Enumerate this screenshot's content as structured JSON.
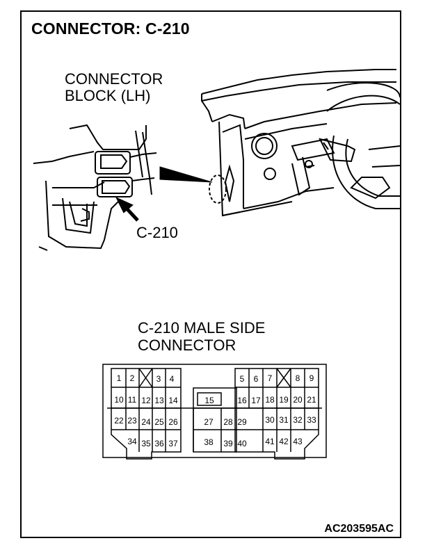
{
  "title": "CONNECTOR: C-210",
  "block_label_line1": "CONNECTOR",
  "block_label_line2": "BLOCK (LH)",
  "connector_callout": "C-210",
  "side_label_line1": "C-210 MALE SIDE",
  "side_label_line2": "CONNECTOR",
  "figure_code": "AC203595AC",
  "pins": {
    "p1": "1",
    "p2": "2",
    "p3": "3",
    "p4": "4",
    "p5": "5",
    "p6": "6",
    "p7": "7",
    "p8": "8",
    "p9": "9",
    "p10": "10",
    "p11": "11",
    "p12": "12",
    "p13": "13",
    "p14": "14",
    "p15": "15",
    "p16": "16",
    "p17": "17",
    "p18": "18",
    "p19": "19",
    "p20": "20",
    "p21": "21",
    "p22": "22",
    "p23": "23",
    "p24": "24",
    "p25": "25",
    "p26": "26",
    "p27": "27",
    "p28": "28",
    "p29": "29",
    "p30": "30",
    "p31": "31",
    "p32": "32",
    "p33": "33",
    "p34": "34",
    "p35": "35",
    "p36": "36",
    "p37": "37",
    "p38": "38",
    "p39": "39",
    "p40": "40",
    "p41": "41",
    "p42": "42",
    "p43": "43"
  }
}
